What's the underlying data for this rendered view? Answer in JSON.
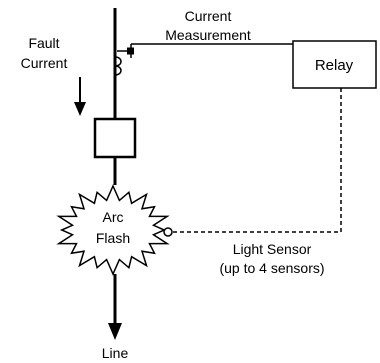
{
  "labels": {
    "fault_current_line1": "Fault",
    "fault_current_line2": "Current",
    "current_measurement_line1": "Current",
    "current_measurement_line2": "Measurement",
    "relay": "Relay",
    "arc_flash_line1": "Arc",
    "arc_flash_line2": "Flash",
    "light_sensor_line1": "Light Sensor",
    "light_sensor_line2": "(up to 4 sensors)",
    "line": "Line"
  },
  "icons": {
    "current_transformer": "coil-icon",
    "breaker": "breaker-box-icon",
    "arc": "starburst-icon",
    "sensor": "sensor-circle-icon",
    "fault_arrow": "arrow-down-icon",
    "line_arrow": "arrow-down-icon"
  },
  "colors": {
    "stroke": "#000000",
    "background": "#ffffff"
  }
}
